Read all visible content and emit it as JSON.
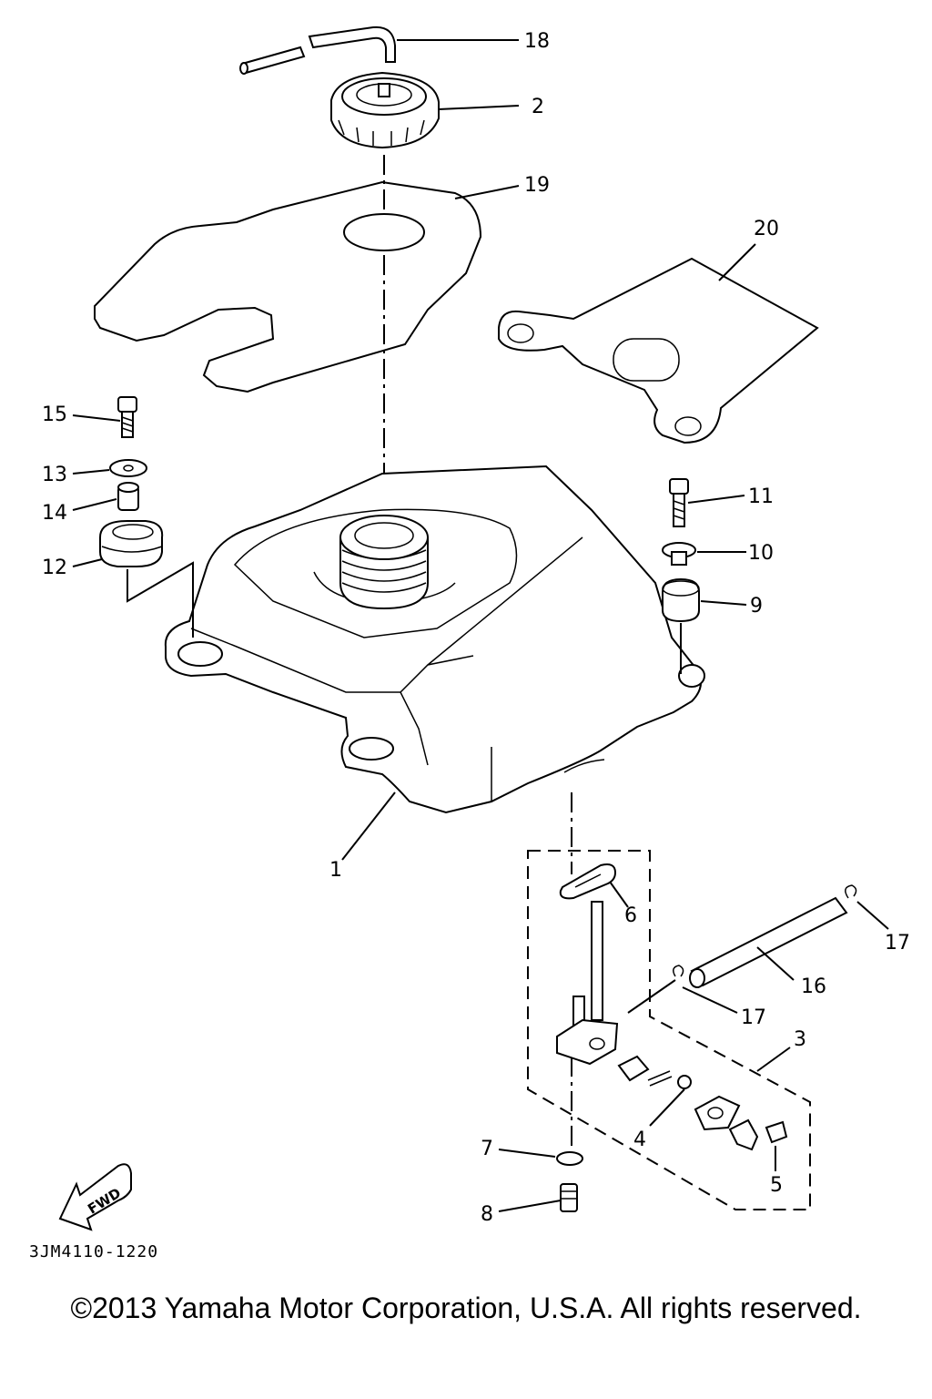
{
  "part_numbers": {
    "p1": "1",
    "p2": "2",
    "p3": "3",
    "p4": "4",
    "p5": "5",
    "p6": "6",
    "p7": "7",
    "p8": "8",
    "p9": "9",
    "p10": "10",
    "p11": "11",
    "p12": "12",
    "p13": "13",
    "p14": "14",
    "p15": "15",
    "p16": "16",
    "p17a": "17",
    "p17b": "17",
    "p18": "18",
    "p19": "19",
    "p20": "20"
  },
  "direction_label": "FWD",
  "diagram_code": "3JM4110-1220",
  "copyright": "©2013 Yamaha Motor Corporation, U.S.A. All rights reserved."
}
